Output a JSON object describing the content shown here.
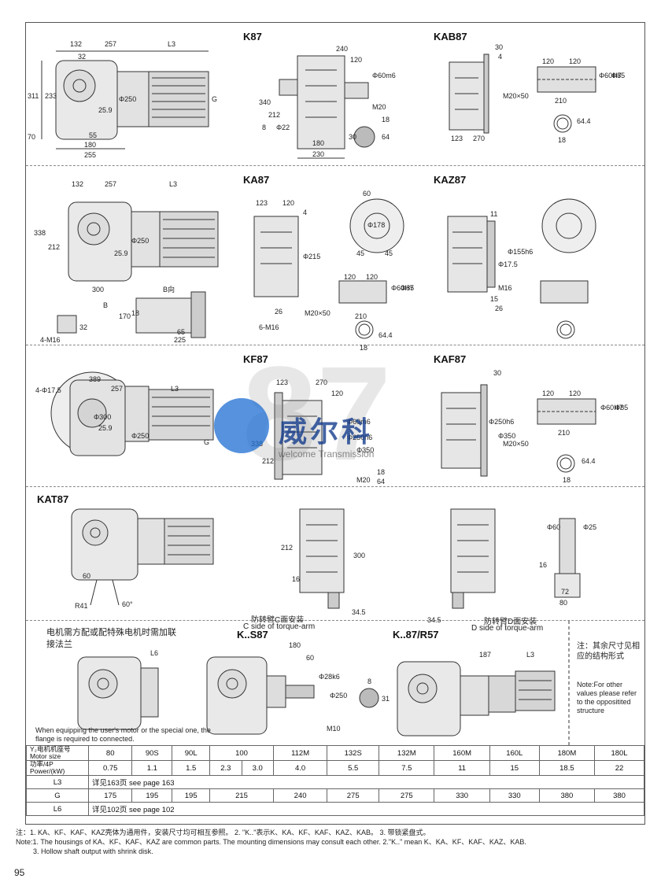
{
  "page_number": "95",
  "watermark": {
    "big": "87",
    "brand_cn": "威尔科",
    "brand_en": "welcome Transmission"
  },
  "models": {
    "k87": "K87",
    "kab87": "KAB87",
    "ka87": "KA87",
    "kaz87": "KAZ87",
    "kf87": "KF87",
    "kaf87": "KAF87",
    "kat87": "KAT87",
    "ks87": "K..S87",
    "k87r57": "K..87/R57"
  },
  "dims": {
    "s1": [
      "132",
      "257",
      "L3",
      "32",
      "311",
      "233",
      "70",
      "Φ250",
      "25.9",
      "55",
      "180",
      "255",
      "G",
      "240",
      "120",
      "Φ60m6",
      "340",
      "212",
      "8",
      "Φ22",
      "M20",
      "180",
      "230",
      "30",
      "18",
      "64",
      "30",
      "4",
      "120",
      "120",
      "M20×50",
      "210",
      "Φ60H7",
      "Φ85",
      "123",
      "270",
      "64.4",
      "18"
    ],
    "s2": [
      "132",
      "257",
      "L3",
      "338",
      "212",
      "Φ250",
      "25.9",
      "300",
      "B向",
      "B",
      "170",
      "18",
      "65",
      "225",
      "4-M16",
      "32",
      "123",
      "120",
      "4",
      "Φ215",
      "6-M16",
      "26",
      "60",
      "Φ178",
      "45",
      "45",
      "M20×50",
      "210",
      "Φ60H7",
      "Φ85",
      "120",
      "120",
      "64.4",
      "18",
      "11",
      "Φ155h6",
      "Φ17.5",
      "M16",
      "15",
      "26"
    ],
    "s3": [
      "389",
      "257",
      "L3",
      "4-Φ17.5",
      "Φ300",
      "25.9",
      "Φ250",
      "G",
      "123",
      "270",
      "120",
      "Φ60m6",
      "Φ250h6",
      "Φ350",
      "338",
      "212",
      "M20",
      "18",
      "64",
      "30",
      "Φ250h6",
      "Φ350",
      "120",
      "120",
      "210",
      "Φ60H7",
      "Φ85",
      "M20×50",
      "64.4",
      "18"
    ],
    "s4": [
      "60",
      "R41",
      "60°",
      "212",
      "16",
      "300",
      "34.5",
      "34.5",
      "Φ60",
      "Φ25",
      "72",
      "80",
      "16"
    ],
    "s5": [
      "L6",
      "180",
      "60",
      "Φ28k6",
      "Φ250",
      "M10",
      "8",
      "31",
      "187",
      "L3"
    ]
  },
  "torque_arm": {
    "c_cn": "防转臂C面安装",
    "c_en": "C side of torque-arm",
    "d_cn": "防转臂D面安装",
    "d_en": "D side of torque-arm"
  },
  "motor_note": {
    "cn": "电机需方配或配特殊电机时需加联接法兰",
    "en": "When equipping the user's motor or the special one, the flange is required to connected."
  },
  "side_note": {
    "cn": "注：其余尺寸见相应的结构形式",
    "en": "Note:For other values please refer to the oppositited structure"
  },
  "table": {
    "motor_label_cn": "Y₂电机机座号",
    "motor_label_en": "Motor size",
    "power_label_cn": "功率/4P",
    "power_label_en": "Power/(kW)",
    "motor_sizes": [
      "80",
      "90S",
      "90L",
      "100",
      "112M",
      "132S",
      "132M",
      "160M",
      "160L",
      "180M",
      "180L"
    ],
    "powers": [
      "0.75",
      "1.1",
      "1.5",
      "2.3",
      "3.0",
      "4.0",
      "5.5",
      "7.5",
      "11",
      "15",
      "18.5",
      "22"
    ],
    "l3_label": "L3",
    "l3_text": "详见163页   see page 163",
    "g_label": "G",
    "g_values": [
      "175",
      "195",
      "195",
      "215",
      "240",
      "275",
      "275",
      "330",
      "330",
      "380",
      "380"
    ],
    "l6_label": "L6",
    "l6_text": "详见102页   see page 102"
  },
  "notes": {
    "cn": "注：1. KA、KF、KAF、KAZ壳体为通用件，安装尺寸均可相互参照。   2. \"K..\"表示K、KA、KF、KAF、KAZ、KAB。   3. 带锁紧盘式。",
    "en1": "Note:1. The housings of KA、KF、KAF、KAZ are common parts. The mounting dimensions may consult each other.   2.\"K..\" mean K、KA、KF、KAF、KAZ、KAB.",
    "en2": "3. Hollow shaft output with shrink disk."
  }
}
